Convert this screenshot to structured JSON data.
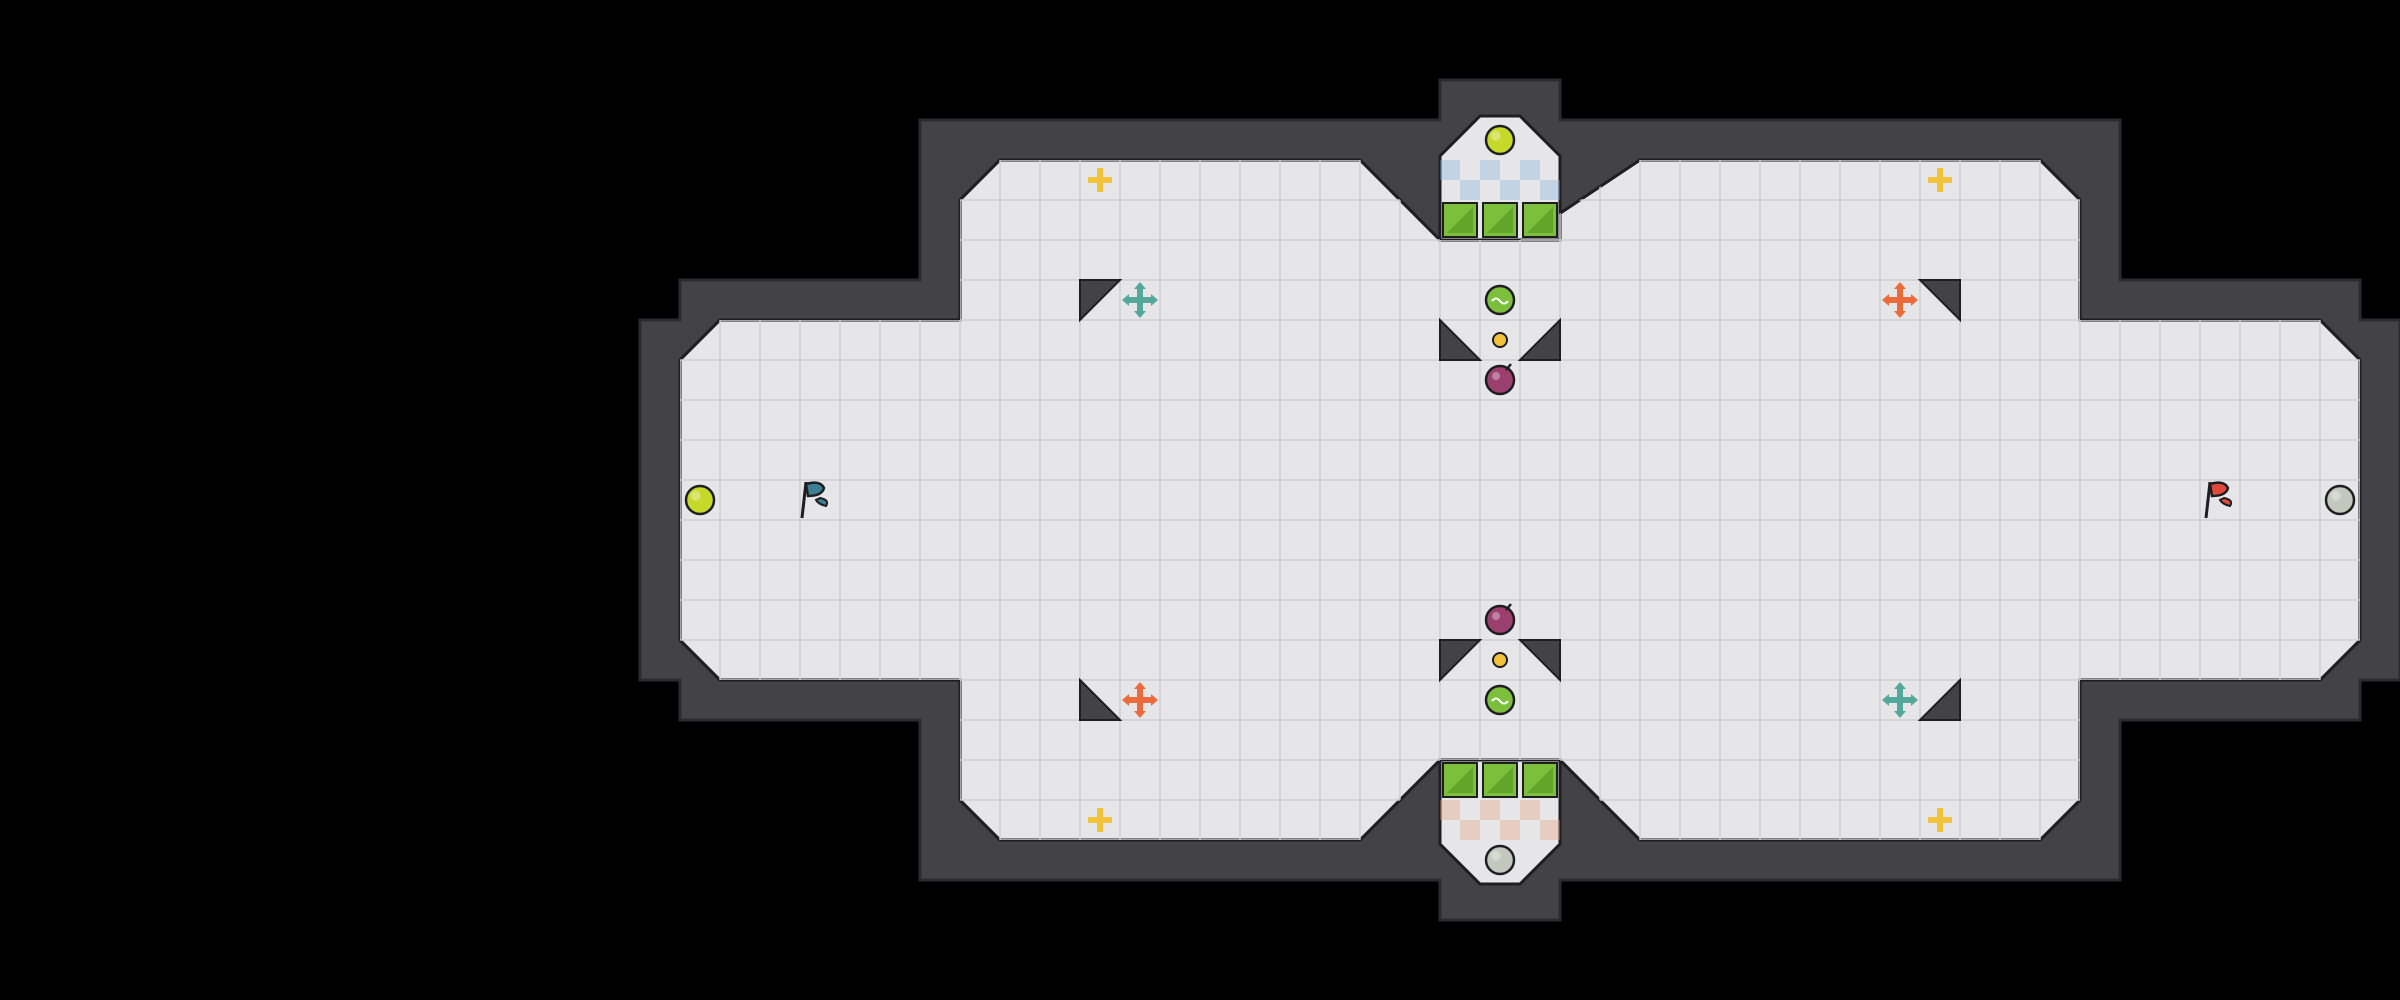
{
  "map": {
    "tile": 40,
    "colors": {
      "background": "#000000",
      "wall": "#434347",
      "wall_edge": "#2c2c30",
      "floor": "#e6e6e8",
      "grid": "#cfcfd3",
      "blue_team": "#3b7f95",
      "red_team": "#e14a3a",
      "yellow_boost": "#f2c23a",
      "teal_arrow": "#56a79b",
      "orange_arrow": "#ec6b3d",
      "gate_green": "#7bbf3a",
      "powerup_yellow": "#c6d92a",
      "purple_bomb": "#9b3f6e",
      "neutral": "#c4c7bb"
    }
  },
  "flags": [
    {
      "team": "blue",
      "icon": "blue-flag-icon"
    },
    {
      "team": "red",
      "icon": "red-flag-icon"
    }
  ],
  "icons": {
    "boost_team": "boost-arrows-icon",
    "boost_neutral": "boost-cross-icon",
    "bomb": "bomb-icon",
    "powerup": "powerup-icon",
    "button": "button-icon",
    "gate": "gate-icon",
    "spike": "spike-icon"
  }
}
